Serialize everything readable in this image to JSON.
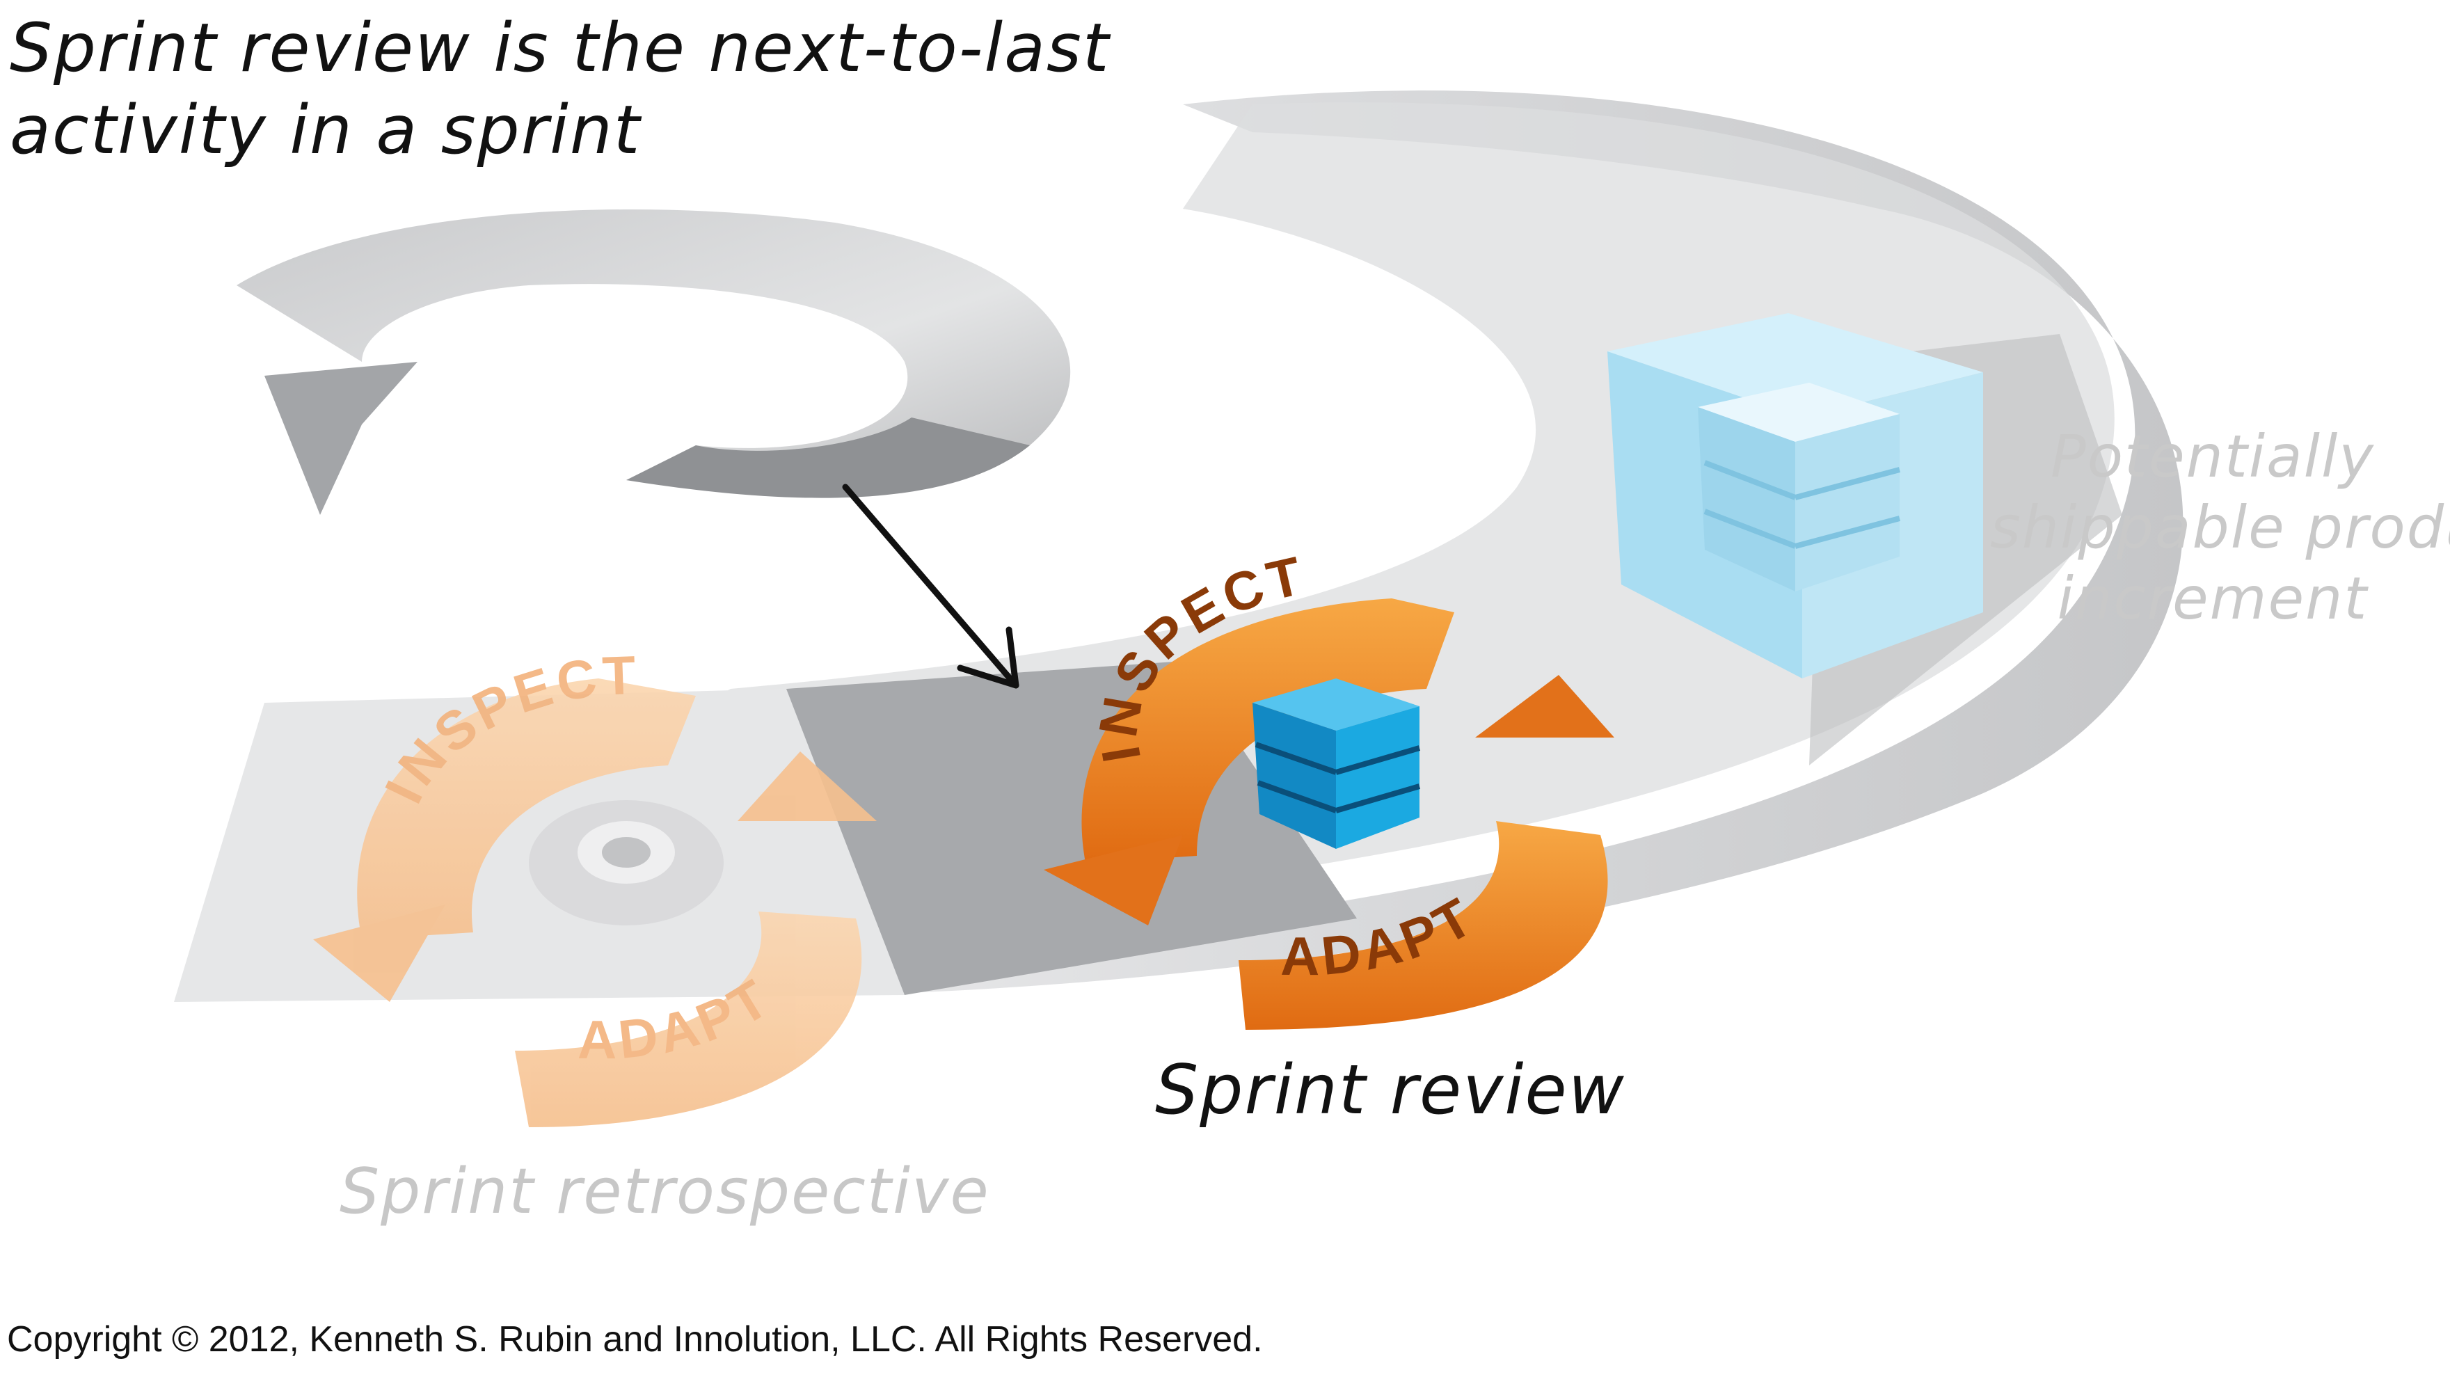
{
  "headline": {
    "line1": "Sprint review is the next-to-last",
    "line2": "activity in a sprint"
  },
  "increment_label": {
    "line1": "Potentially",
    "line2": "shippable product",
    "line3": "increment"
  },
  "sprint_review": {
    "inspect": "INSPECT",
    "adapt": "ADAPT",
    "label": "Sprint review"
  },
  "sprint_retrospective": {
    "inspect": "INSPECT",
    "adapt": "ADAPT",
    "label": "Sprint retrospective"
  },
  "copyright": "Copyright © 2012, Kenneth S. Rubin and Innolution, LLC. All Rights Reserved.",
  "colors": {
    "orange": "#f08a1e",
    "orange_dark": "#c95a10",
    "gray_path": "#d2d3d5",
    "gray_dark": "#9d9fa2",
    "blue_cube": "#1ba9e1",
    "light_cube": "#bfe6f5"
  }
}
